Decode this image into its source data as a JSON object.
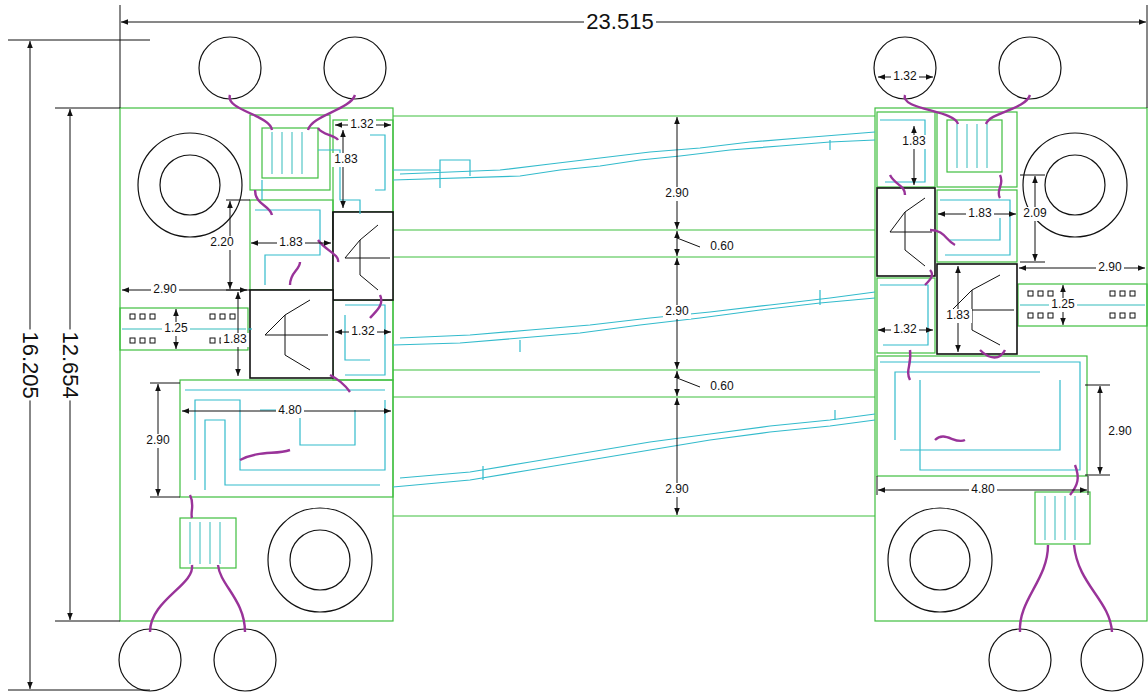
{
  "diagram": {
    "labels": [
      "23.515",
      "16.205",
      "12.654",
      "1.32",
      "1.83",
      "2.20",
      "1.83",
      "2.90",
      "1.25",
      "1.83",
      "1.32",
      "2.90",
      "4.80",
      "2.90",
      "0.60",
      "2.90",
      "0.60",
      "2.90",
      "1.32",
      "1.83",
      "1.83",
      "2.09",
      "2.90",
      "1.25",
      "1.32",
      "1.83",
      "2.90",
      "4.80"
    ]
  }
}
